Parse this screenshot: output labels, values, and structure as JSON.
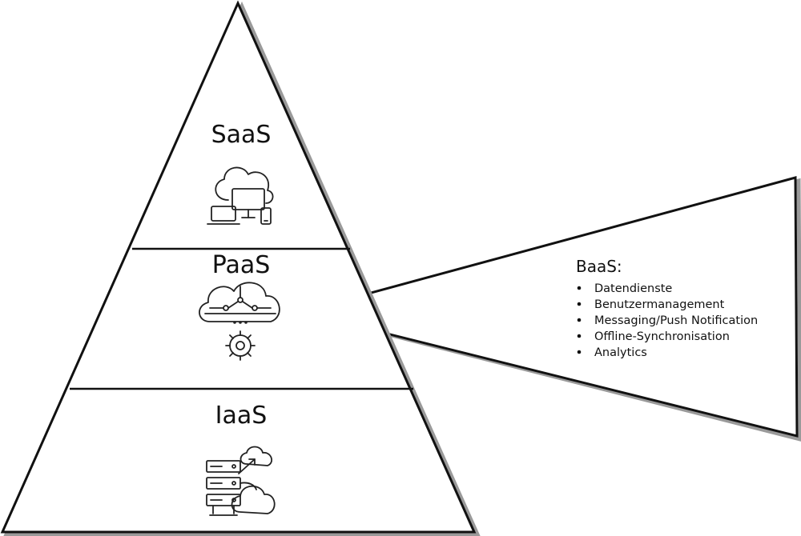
{
  "pyramid": {
    "layers": [
      {
        "label": "SaaS",
        "icon": "cloud-devices-icon"
      },
      {
        "label": "PaaS",
        "icon": "cloud-network-gear-icon"
      },
      {
        "label": "IaaS",
        "icon": "server-cloud-icon"
      }
    ]
  },
  "callout": {
    "title": "BaaS:",
    "items": [
      "Datendienste",
      "Benutzermanagement",
      "Messaging/Push Notification",
      "Offline-Synchronisation",
      "Analytics"
    ]
  }
}
